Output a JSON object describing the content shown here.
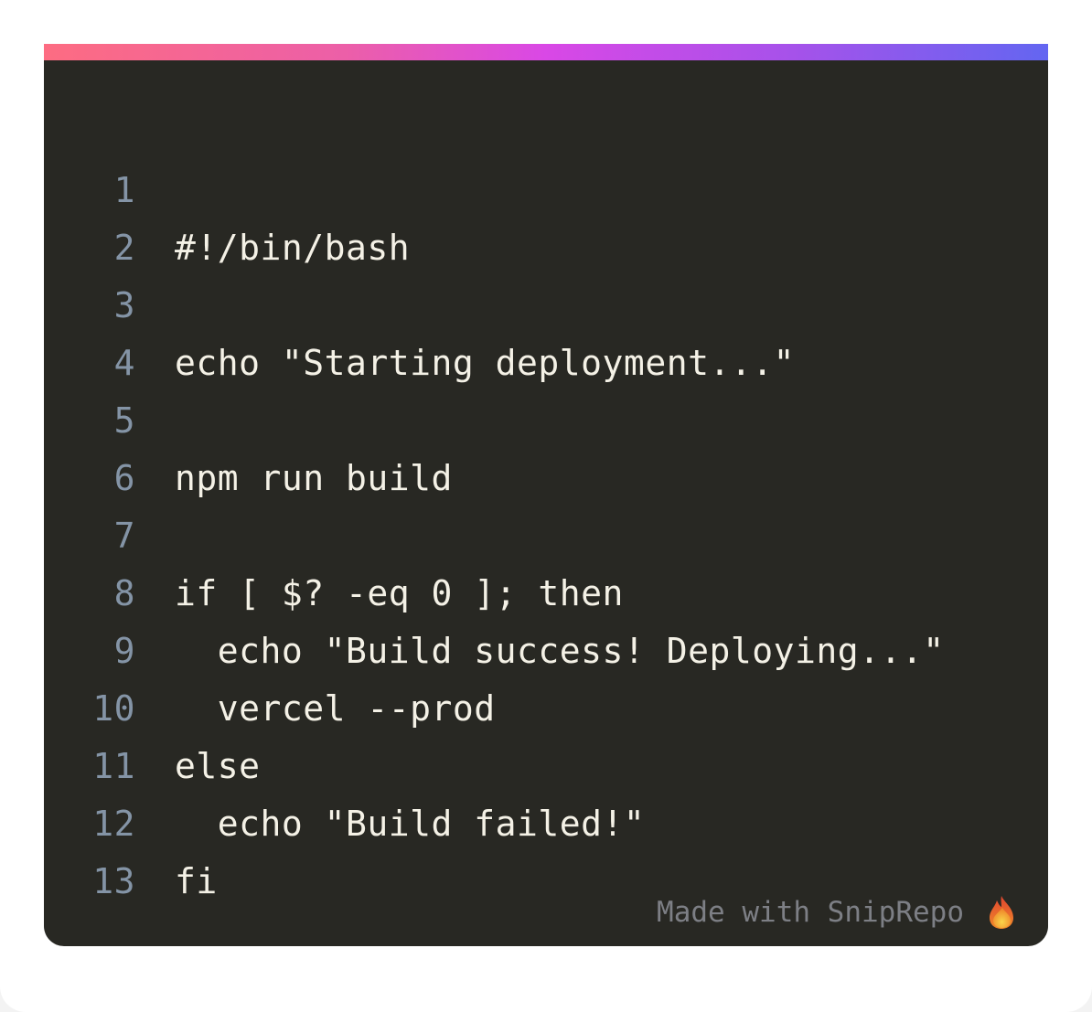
{
  "snippet": {
    "accent_gradient": [
      "#fd6c82",
      "#d948e6",
      "#6366f1"
    ],
    "background": "#282823",
    "lines": [
      {
        "number": "1",
        "text": "#!/bin/bash"
      },
      {
        "number": "2",
        "text": ""
      },
      {
        "number": "3",
        "text": "echo \"Starting deployment...\""
      },
      {
        "number": "4",
        "text": ""
      },
      {
        "number": "5",
        "text": "npm run build"
      },
      {
        "number": "6",
        "text": ""
      },
      {
        "number": "7",
        "text": "if [ $? -eq 0 ]; then"
      },
      {
        "number": "8",
        "text": "  echo \"Build success! Deploying...\""
      },
      {
        "number": "9",
        "text": "  vercel --prod"
      },
      {
        "number": "10",
        "text": "else"
      },
      {
        "number": "11",
        "text": "  echo \"Build failed!\""
      },
      {
        "number": "12",
        "text": "fi"
      },
      {
        "number": "13",
        "text": ""
      }
    ]
  },
  "footer": {
    "text": "Made with SnipRepo",
    "icon": "flame-icon"
  }
}
